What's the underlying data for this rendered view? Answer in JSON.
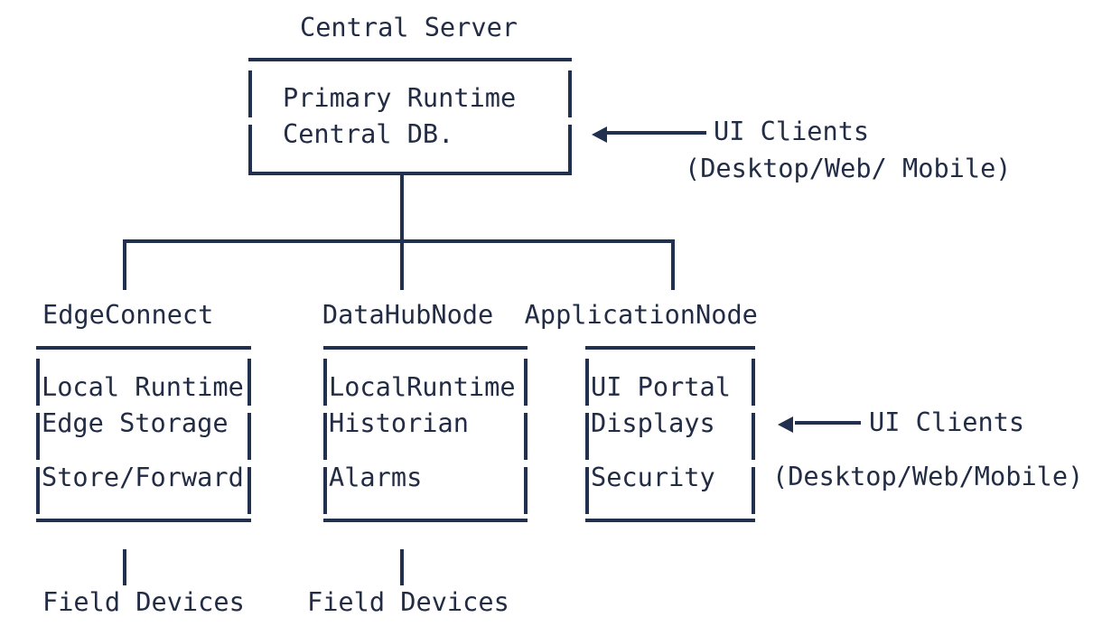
{
  "diagram": {
    "title": "Central Server",
    "central_box": {
      "lines": [
        "Primary Runtime",
        "Central DB."
      ]
    },
    "nodes_row": "EdgeConnect       DataHubNode  ApplicationNode",
    "node_names": [
      "EdgeConnect",
      "DataHubNode",
      "ApplicationNode"
    ],
    "boxes": [
      {
        "name": "EdgeConnect",
        "rows": [
          "Local Runtime",
          "Edge Storage ",
          "Store/Forward"
        ]
      },
      {
        "name": "DataHubNode",
        "rows": [
          "LocalRuntime",
          "Historian   ",
          "Alarms      "
        ]
      },
      {
        "name": "ApplicationNode",
        "rows": [
          "UI Portal ",
          "Displays  ",
          "Security  "
        ]
      }
    ],
    "annotations": [
      {
        "id": "top-ui-clients",
        "label": "UI Clients",
        "sublabel": "(Desktop/Web/ Mobile)",
        "arrow": "left-arrow"
      },
      {
        "id": "bottom-ui-clients",
        "label": "UI Clients",
        "sublabel": "(Desktop/Web/Mobile)",
        "arrow": "left-arrow"
      }
    ],
    "field_devices": [
      "Field Devices",
      "Field Devices"
    ],
    "colors": {
      "line": "#22304f",
      "text": "#222c44",
      "background": "#ffffff"
    }
  }
}
